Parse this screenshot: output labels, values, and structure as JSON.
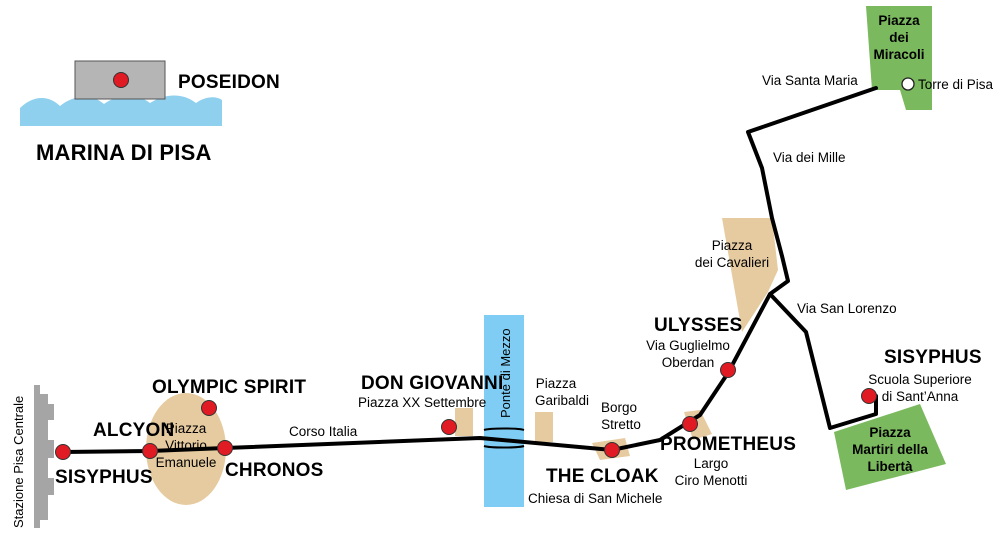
{
  "colors": {
    "route": "#000000",
    "stop": "#e01b24",
    "piazza": "#e6cba0",
    "park": "#7ab95e",
    "river": "#7fcdf4",
    "sea": "#8fd0ef",
    "station": "#a5a5a5",
    "boat": "#b5b5b5"
  },
  "icons": {
    "stop": "red-dot-icon",
    "landmark": "white-dot-icon",
    "station": "station-building-icon",
    "sea": "wave-icon",
    "boat": "boat-icon"
  },
  "sea": {
    "ship_name": "POSEIDON",
    "coast_label": "MARINA DI PISA"
  },
  "station": {
    "label": "Stazione Pisa Centrale"
  },
  "stops": {
    "sisyphus_start": {
      "name": "SISYPHUS"
    },
    "alcyon": {
      "name": "ALCYON"
    },
    "olympic_spirit": {
      "name": "OLYMPIC SPIRIT"
    },
    "chronos": {
      "name": "CHRONOS"
    },
    "don_giovanni": {
      "name": "DON GIOVANNI",
      "place": "Piazza XX Settembre"
    },
    "the_cloak": {
      "name": "THE CLOAK",
      "place": "Chiesa di San Michele"
    },
    "prometheus": {
      "name": "PROMETHEUS",
      "place_line1": "Largo",
      "place_line2": "Ciro Menotti"
    },
    "ulysses": {
      "name": "ULYSSES",
      "place_line1": "Via Guglielmo",
      "place_line2": "Oberdan"
    },
    "sisyphus_end": {
      "name": "SISYPHUS",
      "place_line1": "Scuola Superiore",
      "place_line2": "di Sant’Anna"
    }
  },
  "places": {
    "piazza_vittorio": {
      "line1": "Piazza",
      "line2": "Vittorio",
      "line3": "Emanuele"
    },
    "piazza_garibaldi": {
      "line1": "Piazza",
      "line2": "Garibaldi"
    },
    "ponte_di_mezzo": "Ponte di Mezzo",
    "borgo_stretto": {
      "line1": "Borgo",
      "line2": "Stretto"
    },
    "piazza_cavalieri": {
      "line1": "Piazza",
      "line2": "dei Cavalieri"
    },
    "piazza_martiri": {
      "line1": "Piazza",
      "line2": "Martiri della",
      "line3": "Libertà"
    },
    "piazza_miracoli": {
      "line1": "Piazza",
      "line2": "dei",
      "line3": "Miracoli"
    },
    "torre": "Torre di Pisa"
  },
  "streets": {
    "corso_italia": "Corso Italia",
    "via_santa_maria": "Via Santa Maria",
    "via_dei_mille": "Via dei Mille",
    "via_san_lorenzo": "Via San Lorenzo"
  }
}
